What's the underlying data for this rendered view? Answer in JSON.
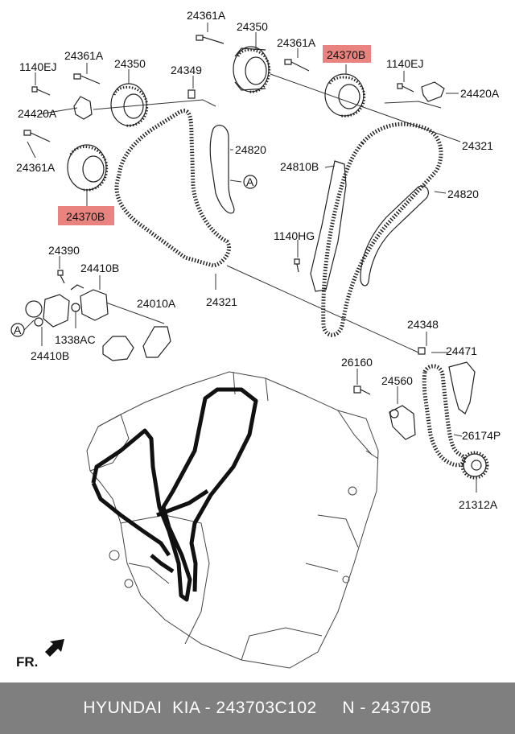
{
  "labels": {
    "l1": "24361A",
    "l2": "24350",
    "l3": "24361A",
    "l4": "24370B",
    "l5": "1140EJ",
    "l6": "24420A",
    "l7": "24361A",
    "l8": "24350",
    "l9": "1140EJ",
    "l10": "24349",
    "l11": "24420A",
    "l12": "24321",
    "l13": "24820",
    "l14": "24810B",
    "l15": "24361A",
    "l16": "24820",
    "l17": "A",
    "l18": "24370B",
    "l19": "1140HG",
    "l20": "24321",
    "l21": "24390",
    "l22": "24410B",
    "l23": "24010A",
    "l24": "1338AC",
    "l25": "A",
    "l26": "24410B",
    "l27": "24348",
    "l28": "24471",
    "l29": "26160",
    "l30": "24560",
    "l31": "26174P",
    "l32": "21312A"
  },
  "direction_label": "FR.",
  "footer_text": "HYUNDAI  KIA - 243703C102     N - 24370B",
  "highlight_color": "#e8837f"
}
